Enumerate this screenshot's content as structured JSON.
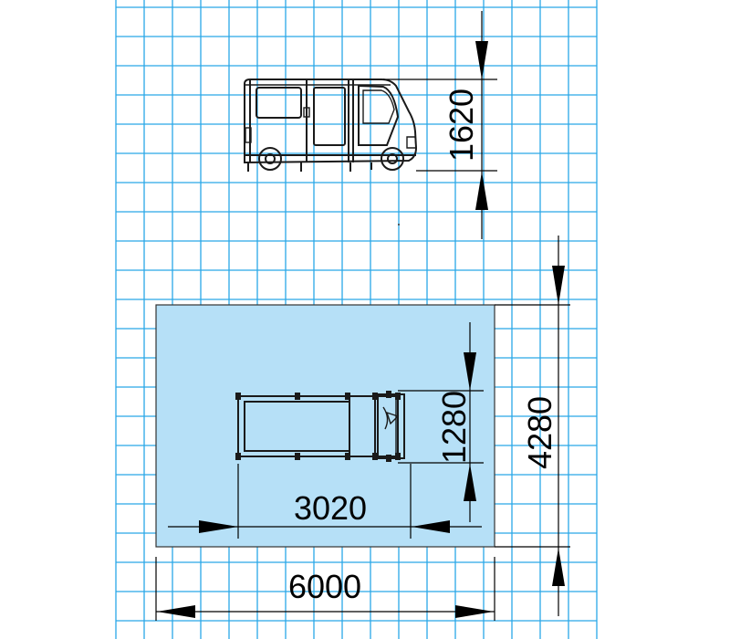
{
  "colors": {
    "grid_line": "#29a8e8",
    "area_fill": "#b6e0f7",
    "area_stroke": "#333333",
    "ink": "#1a1a1a"
  },
  "dimensions": {
    "van_height": "1620",
    "area_width": "6000",
    "area_depth": "4280",
    "van_length": "3020",
    "van_width": "1280"
  },
  "icons": {
    "van_side_view": "van-side-elevation-icon",
    "van_top_view": "van-plan-view-icon"
  }
}
